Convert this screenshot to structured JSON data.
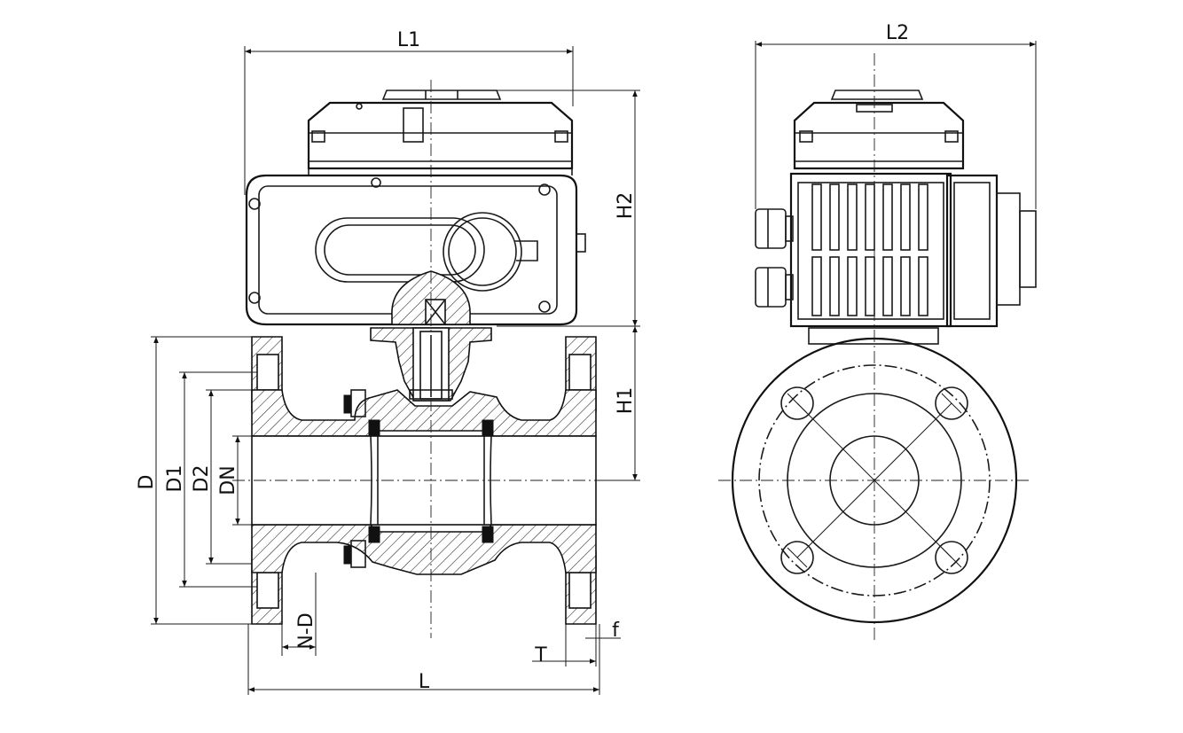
{
  "drawing": {
    "labels": {
      "L1": "L1",
      "L2": "L2",
      "H1": "H1",
      "H2": "H2",
      "D": "D",
      "D1": "D1",
      "D2": "D2",
      "DN": "DN",
      "ND": "N-D",
      "T": "T",
      "f": "f",
      "L": "L"
    }
  }
}
